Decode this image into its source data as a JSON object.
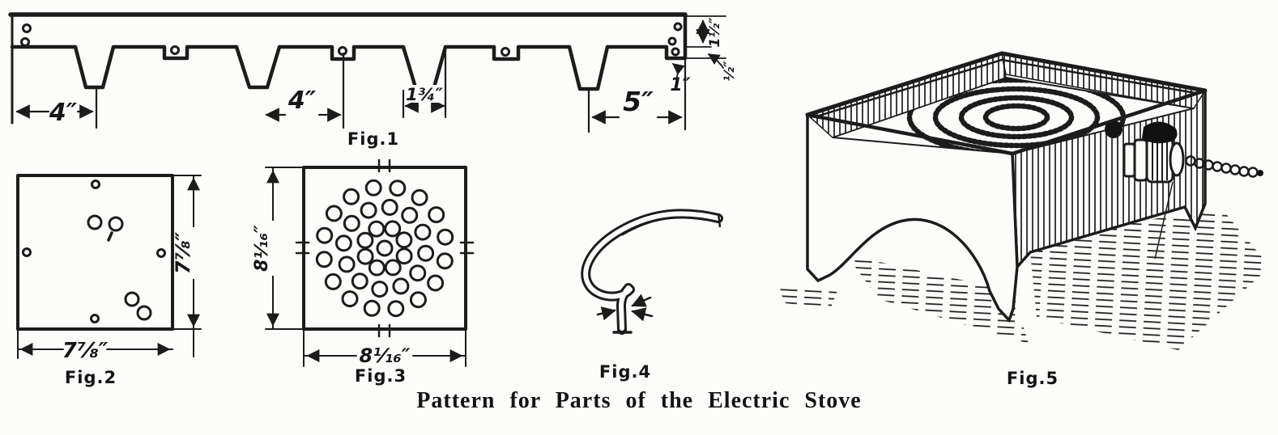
{
  "caption": {
    "text": "Pattern for Parts of the Electric Stove"
  },
  "figures": {
    "fig1": {
      "label": "Fig.1",
      "dims": {
        "a": "4″",
        "b": "4″",
        "c": "1¾″",
        "d": "5″",
        "e": "1″",
        "f": "1½″",
        "g": "½″"
      }
    },
    "fig2": {
      "label": "Fig.2",
      "width": "7⅞″",
      "height": "7⅞″"
    },
    "fig3": {
      "label": "Fig.3",
      "width": "8¹⁄₁₆″",
      "height": "8¹⁄₁₆″"
    },
    "fig4": {
      "label": "Fig.4"
    },
    "fig5": {
      "label": "Fig.5"
    }
  }
}
